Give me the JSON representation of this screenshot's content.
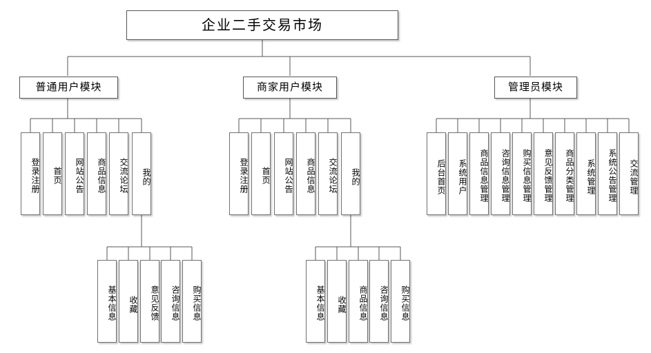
{
  "diagram": {
    "title": "企业二手交易市场",
    "type": "system-function-tree",
    "colors": {
      "background": "#ffffff",
      "box_border": "#7a7a7a",
      "box_fill": "#ffffff",
      "connector": "#555555",
      "text": "#000000"
    },
    "root": {
      "label": "企业二手交易市场"
    },
    "modules": [
      {
        "id": "normal-user",
        "label": "普通用户模块"
      },
      {
        "id": "merchant-user",
        "label": "商家用户模块"
      },
      {
        "id": "admin",
        "label": "管理员模块"
      }
    ],
    "normal_user_items": [
      {
        "label": "登录注册"
      },
      {
        "label": "首页"
      },
      {
        "label": "网站公告"
      },
      {
        "label": "商品信息"
      },
      {
        "label": "交流论坛"
      },
      {
        "label": "我的"
      }
    ],
    "normal_user_mine_items": [
      {
        "label": "基本信息"
      },
      {
        "label": "收藏"
      },
      {
        "label": "意见反馈"
      },
      {
        "label": "咨询信息"
      },
      {
        "label": "购买信息"
      }
    ],
    "merchant_user_items": [
      {
        "label": "登录注册"
      },
      {
        "label": "首页"
      },
      {
        "label": "网站公告"
      },
      {
        "label": "商品信息"
      },
      {
        "label": "交流论坛"
      },
      {
        "label": "我的"
      }
    ],
    "merchant_user_mine_items": [
      {
        "label": "基本信息"
      },
      {
        "label": "收藏"
      },
      {
        "label": "商品信息"
      },
      {
        "label": "咨询信息"
      },
      {
        "label": "购买信息"
      }
    ],
    "admin_items": [
      {
        "label": "后台首页"
      },
      {
        "label": "系统用户"
      },
      {
        "label": "商品信息管理"
      },
      {
        "label": "咨询信息管理"
      },
      {
        "label": "购买信息管理"
      },
      {
        "label": "意见反馈管理"
      },
      {
        "label": "商品分类管理"
      },
      {
        "label": "系统管理"
      },
      {
        "label": "系统公告管理"
      },
      {
        "label": "交流管理"
      }
    ]
  }
}
